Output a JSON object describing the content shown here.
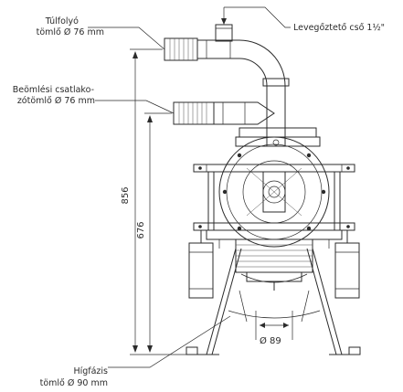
{
  "labels": {
    "overflow_line1": "Túlfolyó",
    "overflow_line2": "tömlő Ø 76 mm",
    "vent": "Levegőztető cső 1½\"",
    "inlet_line1": "Beömlési csatlako-",
    "inlet_line2": "zótömlő Ø 76 mm",
    "liquid_line1": "Hígfázis",
    "liquid_line2": "tömlő Ø 90 mm"
  },
  "dimensions": {
    "overall_height": "856",
    "inlet_height": "676",
    "outlet_diameter": "Ø 89"
  },
  "colors": {
    "line": "#2b2b2b",
    "background": "#ffffff"
  }
}
